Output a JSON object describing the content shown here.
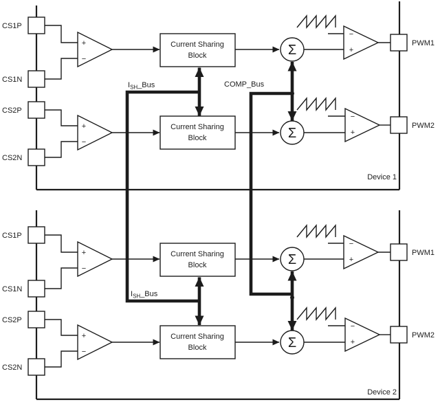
{
  "colors": {
    "line": "#1c1c1c",
    "background": "#ffffff"
  },
  "bus": {
    "ish_base": "I",
    "ish_sub": "SH",
    "ish_rest": "_Bus",
    "comp_label": "COMP_Bus"
  },
  "block": {
    "line1": "Current Sharing",
    "line2": "Block"
  },
  "symbols": {
    "sigma": "Σ",
    "plus": "+",
    "minus": "−"
  },
  "devices": [
    {
      "label": "Device 1",
      "inputs": [
        "CS1P",
        "CS1N",
        "CS2P",
        "CS2N"
      ],
      "outputs": [
        "PWM1",
        "PWM2"
      ]
    },
    {
      "label": "Device 2",
      "inputs": [
        "CS1P",
        "CS1N",
        "CS2P",
        "CS2N"
      ],
      "outputs": [
        "PWM1",
        "PWM2"
      ]
    }
  ]
}
